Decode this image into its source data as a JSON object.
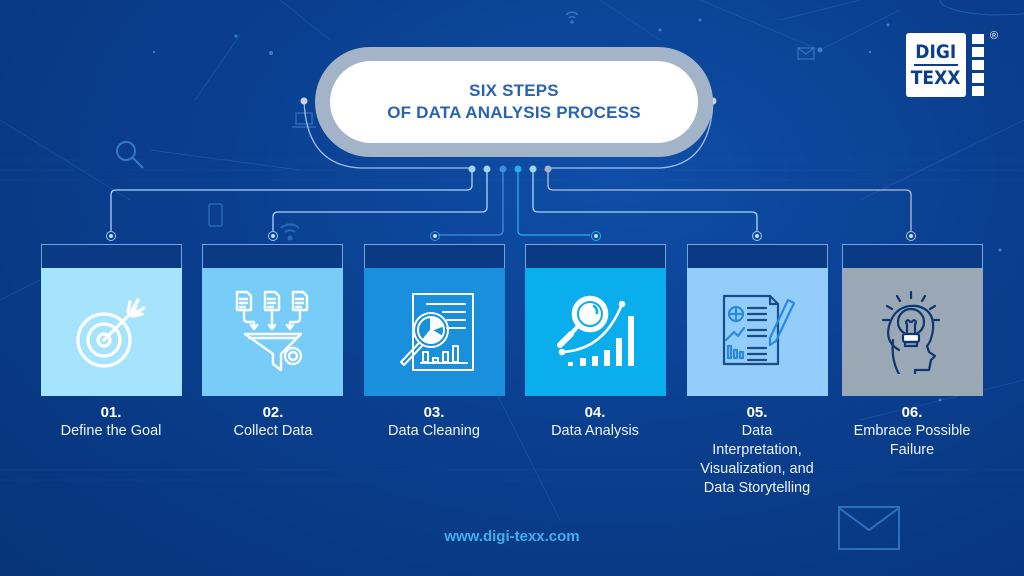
{
  "header": {
    "title_line1": "SIX STEPS",
    "title_line2": "OF DATA ANALYSIS PROCESS"
  },
  "logo": {
    "line1": "DIGI",
    "line2": "TEXX",
    "registered": "®"
  },
  "steps": [
    {
      "number": "01.",
      "title": "Define the Goal",
      "icon": "target-arrow-icon",
      "color": "#a6e3fd"
    },
    {
      "number": "02.",
      "title": "Collect Data",
      "icon": "documents-funnel-gear-icon",
      "color": "#78cdf8"
    },
    {
      "number": "03.",
      "title": "Data Cleaning",
      "icon": "report-magnifier-icon",
      "color": "#1a8fdb"
    },
    {
      "number": "04.",
      "title": "Data Analysis",
      "icon": "magnifier-growth-chart-icon",
      "color": "#0aaeec"
    },
    {
      "number": "05.",
      "title": "Data Interpretation, Visualization, and Data Storytelling",
      "title_lines": [
        "Data",
        "Interpretation,",
        "Visualization, and",
        "Data Storytelling"
      ],
      "icon": "report-pencil-chart-icon",
      "color": "#93cdfa"
    },
    {
      "number": "06.",
      "title": "Embrace Possible Failure",
      "title_lines": [
        "Embrace Possible",
        "Failure"
      ],
      "icon": "head-lightbulb-icon",
      "color": "#9aa7b5"
    }
  ],
  "connector_dot_colors": [
    "#9fd6f5",
    "#9fd6f5",
    "#3a8fd8",
    "#22aef0",
    "#9fd6f5",
    "#a3b3c8"
  ],
  "footer": {
    "url": "www.digi-texx.com"
  },
  "colors": {
    "background": "#0a3f8f",
    "title_text": "#2a64b0",
    "pill_border": "#a3b3c8",
    "url_text": "#3fb0ee"
  }
}
